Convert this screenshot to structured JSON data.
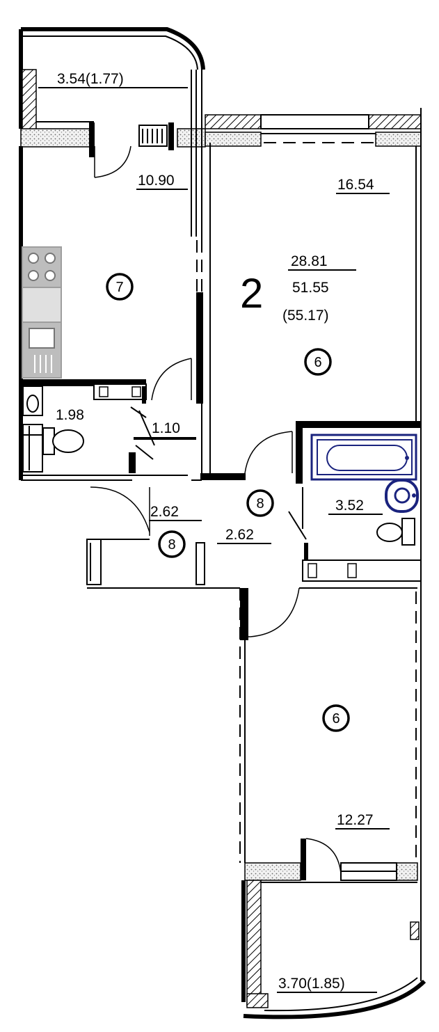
{
  "plan": {
    "room_count": "2",
    "living_area": "28.81",
    "total_area": "51.55",
    "total_area_with_balconies": "(55.17)"
  },
  "rooms": {
    "balcony_top": "3.54(1.77)",
    "kitchen": "10.90",
    "living_room": "16.54",
    "toilet": "1.98",
    "bath_corridor": "1.10",
    "hall_left": "2.62",
    "hall_center": "2.62",
    "bathroom": "3.52",
    "bedroom": "12.27",
    "balcony_bottom": "3.70(1.85)"
  },
  "markers": {
    "kitchen": "7",
    "living_room": "6",
    "hall_center": "8",
    "hall_left": "8",
    "bedroom": "6"
  },
  "colors": {
    "walls": "#000000",
    "bathtub": "#1a237e",
    "appliances": "#9e9e9e"
  }
}
